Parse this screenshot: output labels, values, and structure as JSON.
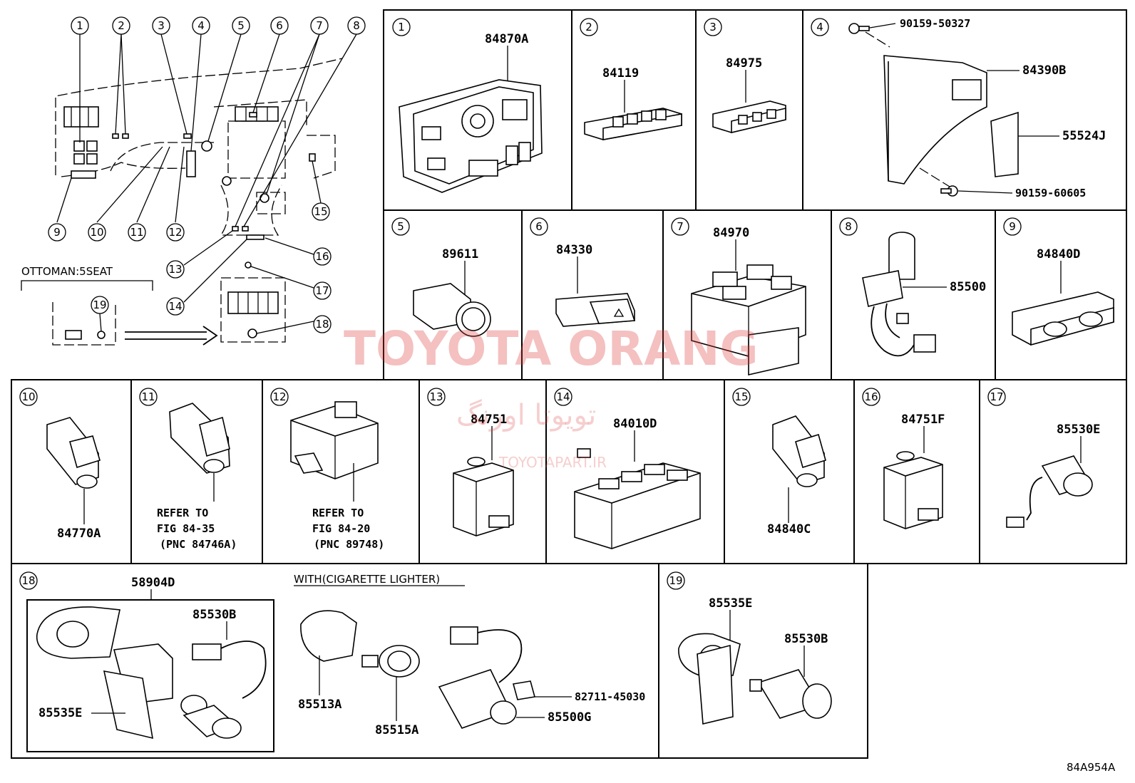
{
  "diagram": {
    "code": "84A954A",
    "overview": {
      "callouts": [
        "1",
        "2",
        "3",
        "4",
        "5",
        "6",
        "7",
        "8",
        "9",
        "10",
        "11",
        "12",
        "13",
        "14",
        "15",
        "16",
        "17",
        "18",
        "19"
      ],
      "ottoman_label": "OTTOMAN:5SEAT"
    },
    "cells": [
      {
        "num": "1",
        "parts": [
          "84870A"
        ]
      },
      {
        "num": "2",
        "parts": [
          "84119"
        ]
      },
      {
        "num": "3",
        "parts": [
          "84975"
        ]
      },
      {
        "num": "4",
        "parts": [
          "90159-50327",
          "84390B",
          "55524J",
          "90159-60605"
        ]
      },
      {
        "num": "5",
        "parts": [
          "89611"
        ]
      },
      {
        "num": "6",
        "parts": [
          "84330"
        ]
      },
      {
        "num": "7",
        "parts": [
          "84970"
        ]
      },
      {
        "num": "8",
        "parts": [
          "85500"
        ]
      },
      {
        "num": "9",
        "parts": [
          "84840D"
        ]
      },
      {
        "num": "10",
        "parts": [
          "84770A"
        ]
      },
      {
        "num": "11",
        "notes": [
          "REFER TO",
          "FIG 84-35",
          "(PNC 84746A)"
        ]
      },
      {
        "num": "12",
        "notes": [
          "REFER TO",
          "FIG 84-20",
          "(PNC 89748)"
        ]
      },
      {
        "num": "13",
        "parts": [
          "84751"
        ]
      },
      {
        "num": "14",
        "parts": [
          "84010D"
        ]
      },
      {
        "num": "15",
        "parts": [
          "84840C"
        ]
      },
      {
        "num": "16",
        "parts": [
          "84751F"
        ]
      },
      {
        "num": "17",
        "parts": [
          "85530E"
        ]
      },
      {
        "num": "18",
        "parts": [
          "58904D",
          "85530B",
          "85535E"
        ],
        "section_label": "WITH(CIGARETTE LIGHTER)",
        "with_parts": [
          "85513A",
          "85515A",
          "85500G",
          "82711-45030"
        ]
      },
      {
        "num": "19",
        "parts": [
          "85535E",
          "85530B"
        ]
      }
    ]
  },
  "watermark": {
    "main": "TOYOTA ORANG",
    "persian": "تویوتا اورنگ",
    "site": "TOYOTAPART.IR"
  }
}
